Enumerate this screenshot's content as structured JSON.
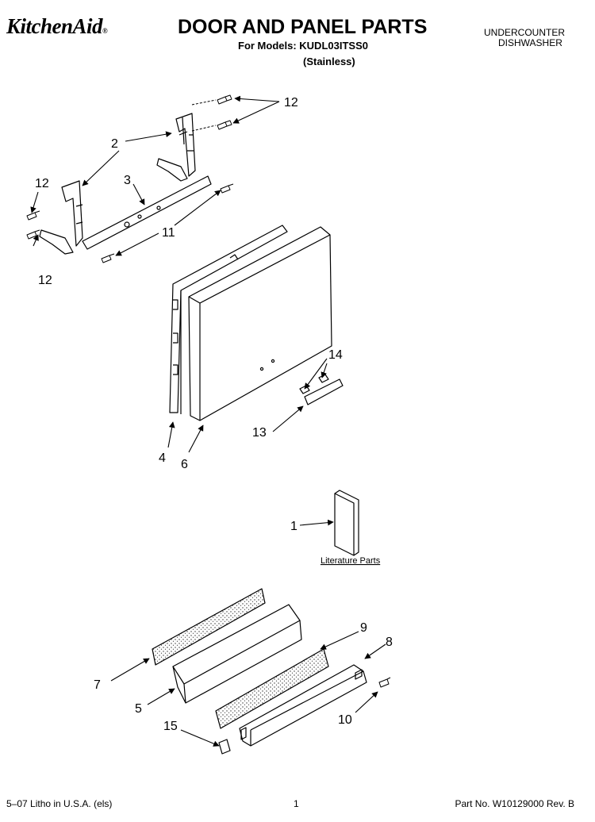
{
  "header": {
    "brand": "KitchenAid",
    "brand_mark": "®",
    "title": "DOOR AND PANEL PARTS",
    "models": "For Models: KUDL03ITSS0",
    "variant": "(Stainless)",
    "category_line1": "UNDERCOUNTER",
    "category_line2": "DISHWASHER"
  },
  "diagram": {
    "callouts": {
      "c1": "1",
      "c2": "2",
      "c3": "3",
      "c4": "4",
      "c5": "5",
      "c6": "6",
      "c7": "7",
      "c8": "8",
      "c9": "9",
      "c10": "10",
      "c11": "11",
      "c12a": "12",
      "c12b": "12",
      "c12c": "12",
      "c13": "13",
      "c14": "14",
      "c15": "15"
    },
    "literature_label": "Literature Parts"
  },
  "footer": {
    "left": "5–07 Litho in U.S.A. (els)",
    "center": "1",
    "right": "Part No. W10129000 Rev. B"
  }
}
